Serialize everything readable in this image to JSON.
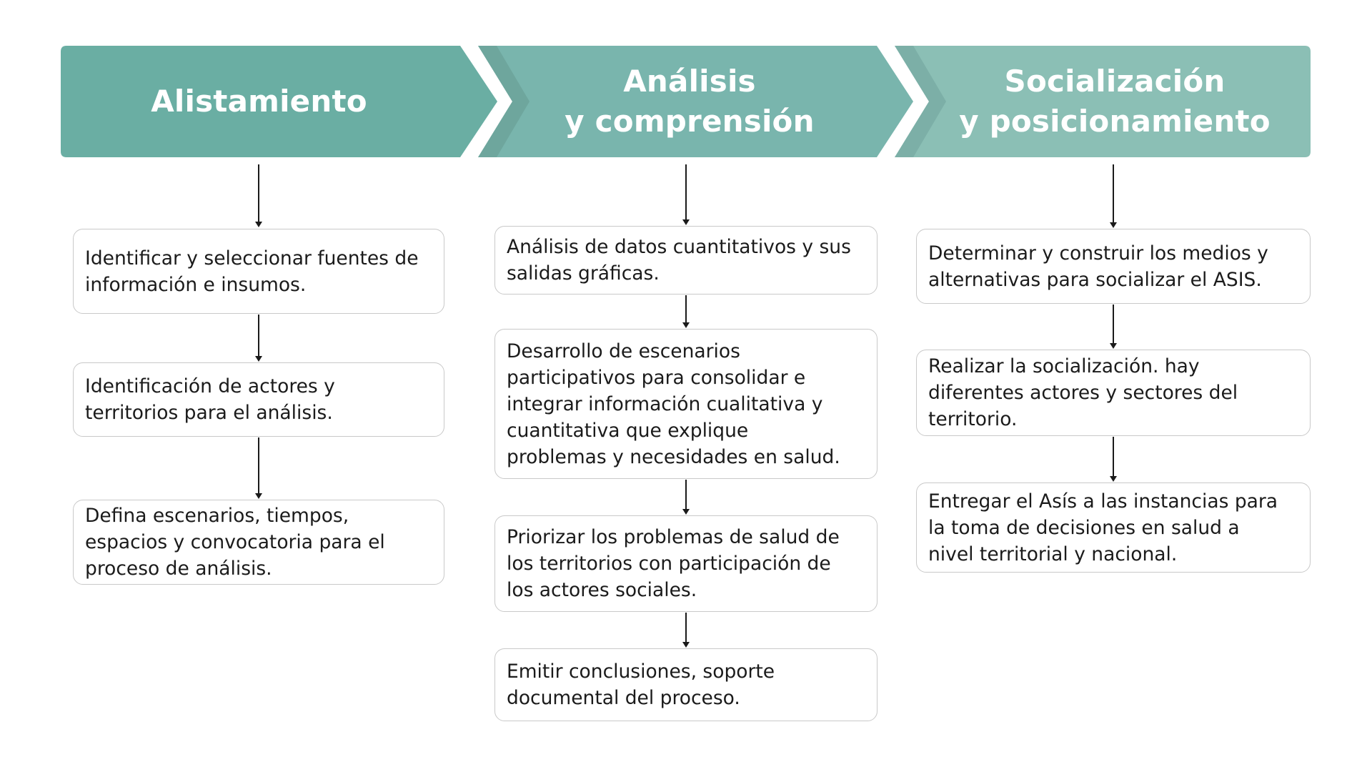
{
  "colors": {
    "stage_1": "#6aaea3",
    "stage_2": "#79b5ad",
    "stage_3": "#8bbfb5",
    "chevron_shadow": "#6ea69d",
    "box_border": "#c9c9c9",
    "text": "#1b1b1b",
    "arrow": "#1a1a1a"
  },
  "stages": [
    {
      "title_lines": [
        "Alistamiento"
      ],
      "steps": [
        "Identificar y seleccionar fuentes de\ninformación e insumos.",
        "Identificación de actores y\nterritorios para el análisis.",
        "Defina escenarios, tiempos,\nespacios y convocatoria para el\nproceso de análisis."
      ]
    },
    {
      "title_lines": [
        "Análisis",
        "y comprensión"
      ],
      "steps": [
        "Análisis de datos cuantitativos y sus\nsalidas gráficas.",
        "Desarrollo de escenarios\nparticipativos para consolidar e\nintegrar información cualitativa y\ncuantitativa que explique\nproblemas y necesidades en salud.",
        "Priorizar los problemas de salud de\nlos territorios con participación de\nlos actores sociales.",
        "Emitir conclusiones, soporte\ndocumental del proceso."
      ]
    },
    {
      "title_lines": [
        "Socialización",
        "y posicionamiento"
      ],
      "steps": [
        "Determinar y construir los medios y\nalternativas para socializar el ASIS.",
        "Realizar la socialización. hay\ndiferentes actores y sectores del\nterritorio.",
        "Entregar el Asís a las instancias para\nla toma de decisiones en salud a\nnivel territorial y nacional."
      ]
    }
  ]
}
